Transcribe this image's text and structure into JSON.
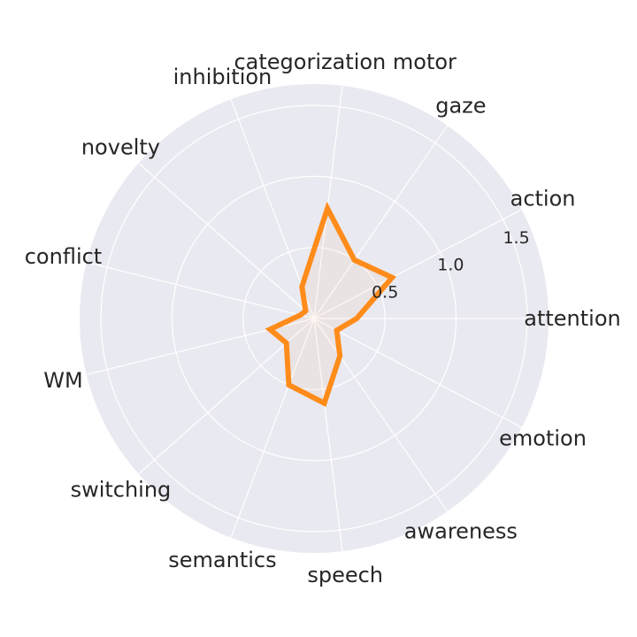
{
  "chart_data": {
    "type": "radar",
    "title": "",
    "categories": [
      "attention",
      "action",
      "gaze",
      "categorization motor",
      "inhibition",
      "novelty",
      "conflict",
      "WM",
      "switching",
      "semantics",
      "speech",
      "awareness",
      "emotion"
    ],
    "series": [
      {
        "values": [
          0.3,
          0.62,
          0.5,
          0.78,
          0.24,
          0.08,
          0.1,
          0.32,
          0.26,
          0.5,
          0.6,
          0.32,
          0.18
        ],
        "color": "#ff8c1a"
      }
    ],
    "rlim": [
      0,
      1.65
    ],
    "rticks": [
      0.5,
      1.0,
      1.5
    ],
    "rtick_labels": [
      "0.5",
      "1.0",
      "1.5"
    ],
    "grid": true,
    "background_color": "#e9e9f1",
    "grid_color": "#ffffff"
  }
}
